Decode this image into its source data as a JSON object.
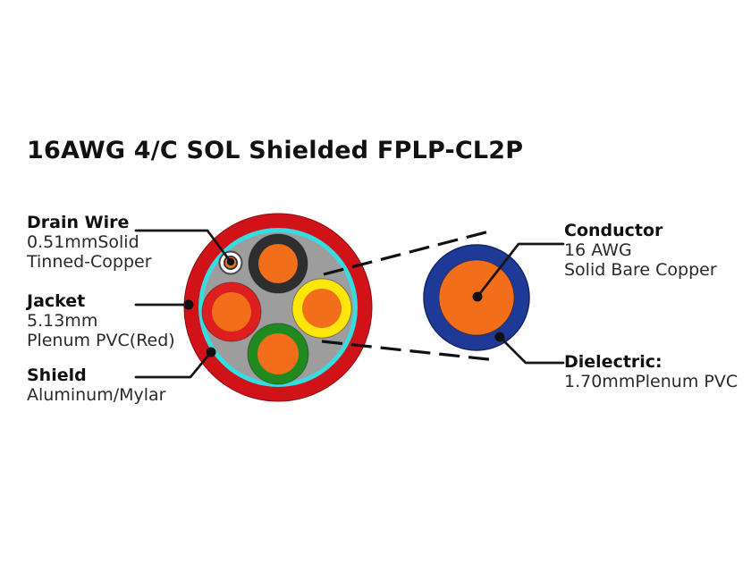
{
  "title": "16AWG 4/C SOL Shielded FPLP-CL2P",
  "labels": {
    "drain_wire": {
      "title": "Drain Wire",
      "lines": [
        "0.51mmSolid",
        "Tinned-Copper"
      ]
    },
    "jacket": {
      "title": "Jacket",
      "lines": [
        "5.13mm",
        "Plenum PVC(Red)"
      ]
    },
    "shield": {
      "title": "Shield",
      "lines": [
        "Aluminum/Mylar"
      ]
    },
    "conductor": {
      "title": "Conductor",
      "lines": [
        "16 AWG",
        "Solid Bare Copper"
      ]
    },
    "dielectric": {
      "title": "Dielectric:",
      "lines": [
        "1.70mmPlenum PVC"
      ]
    }
  },
  "colors": {
    "jacket_red": "#d01318",
    "shield_cyan": "#35dce2",
    "filler_gray": "#9d9d9d",
    "insulation_black": "#2e2e2e",
    "insulation_red": "#de1f1f",
    "insulation_yellow": "#ffe60a",
    "insulation_green": "#208a20",
    "conductor_orange": "#f26e1b",
    "dielectric_blue": "#1e3a96",
    "drain_ring_gray": "#4a4a4a",
    "drain_white": "#ffffff"
  }
}
